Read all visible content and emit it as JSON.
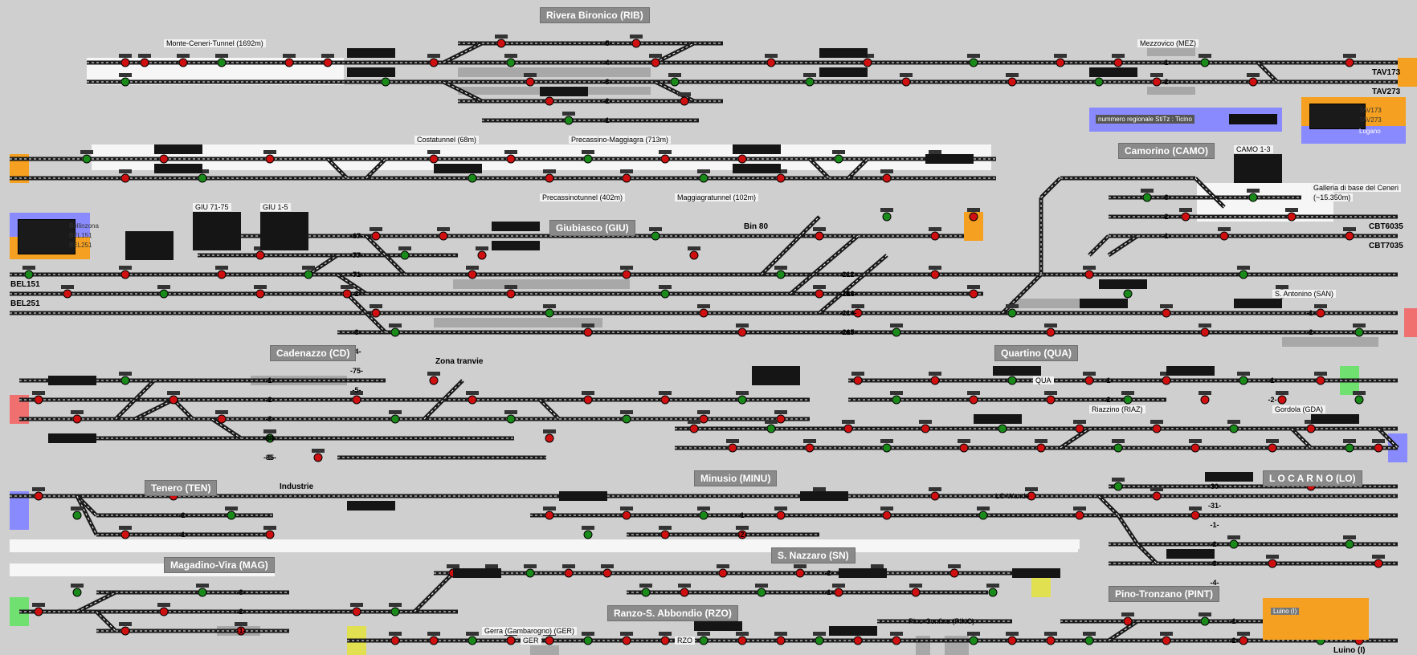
{
  "stations": {
    "rivera": "Rivera Bironico (RIB)",
    "giubiasco": "Giubiasco (GIU)",
    "camorino": "Camorino (CAMO)",
    "cadenazzo": "Cadenazzo (CD)",
    "quartino": "Quartino (QUA)",
    "tenero": "Tenero (TEN)",
    "minusio": "Minusio (MINU)",
    "locarno": "L O C A R N O (LO)",
    "magadino": "Magadino-Vira (MAG)",
    "snazzaro": "S. Nazzaro (SN)",
    "ranzo": "Ranzo-S. Abbondio (RZO)",
    "pino": "Pino-Tronzano (PINT)"
  },
  "labels": {
    "monte_ceneri": "Monte-Ceneri-Tunnel (1692m)",
    "mezzovico": "Mezzovico (MEZ)",
    "costatunnel": "Costatunnel (68m)",
    "precassino_maggiagra": "Precassino-Maggiagra (713m)",
    "precassinotunnel": "Precassinotunnel (402m)",
    "maggiagratunnel": "Maggiagratunnel (102m)",
    "giu_71_75": "GIU 71-75",
    "giu_1_5": "GIU 1-5",
    "camo_1_3": "CAMO 1-3",
    "galleria_1": "Galleria di base del Ceneri",
    "galleria_2": "(~15.350m)",
    "s_antonino": "S. Antonino (SAN)",
    "riazzino": "Riazzino (RIAZ)",
    "gordola": "Gordola (GDA)",
    "lo_wande": "LO Wande",
    "gerra": "Gerra (Gambarogno) (GER)",
    "pino_confine": "Pino-Confine (PINC)",
    "qua": "QUA",
    "ger": "GER",
    "rzo": "RZO"
  },
  "tags": {
    "tav173": "TAV173",
    "tav273": "TAV273",
    "cbt6035": "CBT6035",
    "cbt7035": "CBT7035",
    "bel151": "BEL151",
    "bel251": "BEL251",
    "bin80": "Bin 80",
    "zona_tranvie": "Zona tranvie",
    "industrie": "Industrie",
    "luino": "Luino (I)"
  },
  "navboxes": {
    "bellinzona": [
      "Bellinzona",
      "BEL151",
      "BEL251"
    ],
    "tav": [
      "TAV173",
      "TAV273",
      "Lugano"
    ],
    "luino": "Luino (I)"
  },
  "regional": "nummero regionale StiTz  :  Ticino",
  "track_numbers": {
    "rib": [
      "-5-",
      "-4-",
      "-3-",
      "-2-",
      "-1-"
    ],
    "mez": [
      "-1-",
      "-2-"
    ],
    "giu": [
      "-67-",
      "-77-",
      "-71-",
      "-2-",
      "-3-",
      "-4-",
      "-75-",
      "-5-"
    ],
    "giu_east": [
      "-212-",
      "-213-",
      "-214-",
      "-215-",
      "-264-",
      "-265-"
    ],
    "camo": [
      "-3-",
      "-2-",
      "-1-"
    ],
    "san": [
      "-1-",
      "-2-"
    ],
    "cd": [
      "-1-",
      "-2-",
      "-3-",
      "-4-",
      "-34-",
      "-5-",
      "-84-",
      "-85-"
    ],
    "riaz": [
      "-1-",
      "-2-"
    ],
    "gda": [
      "-1-",
      "-2-"
    ],
    "ten": [
      "-2-",
      "-1-"
    ],
    "minu": [
      "-1-",
      "-2-"
    ],
    "lo": [
      "-30-",
      "-31-",
      "-1-",
      "-2-",
      "-3-",
      "-4-"
    ],
    "mag": [
      "-3-",
      "-2-",
      "-1-"
    ],
    "sn": [
      "-2-",
      "-1-"
    ],
    "pint": [
      "-1-",
      "-2-"
    ]
  },
  "colors": {
    "background": "#cfcfcf",
    "track": "#1a1a1a",
    "station_header": "#8a8a8a",
    "signal_red": "#d01010",
    "signal_green": "#1a8a1a",
    "nav_orange": "#f5a020",
    "nav_blue": "#8a8aff",
    "nav_red": "#f07070",
    "nav_green": "#70e070",
    "nav_yellow": "#e0e050"
  }
}
